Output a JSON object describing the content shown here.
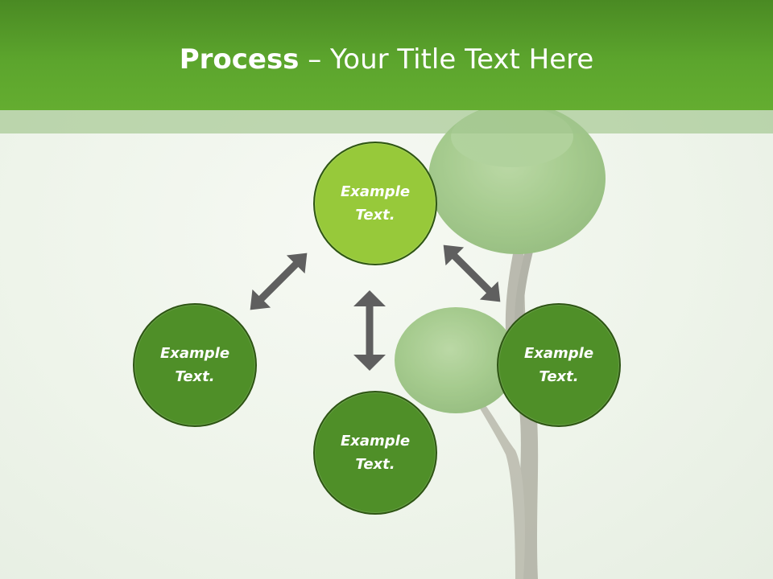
{
  "title": {
    "bold": "Process",
    "rest": " – Your Title Text Here"
  },
  "nodes": {
    "top": "Example Text.",
    "left": "Example Text.",
    "right": "Example Text.",
    "bottom": "Example Text."
  },
  "colors": {
    "header": "#5ca52d",
    "node_dark": "#4f8f28",
    "node_highlight": "#97c93a",
    "arrow": "#5f5f5f"
  }
}
